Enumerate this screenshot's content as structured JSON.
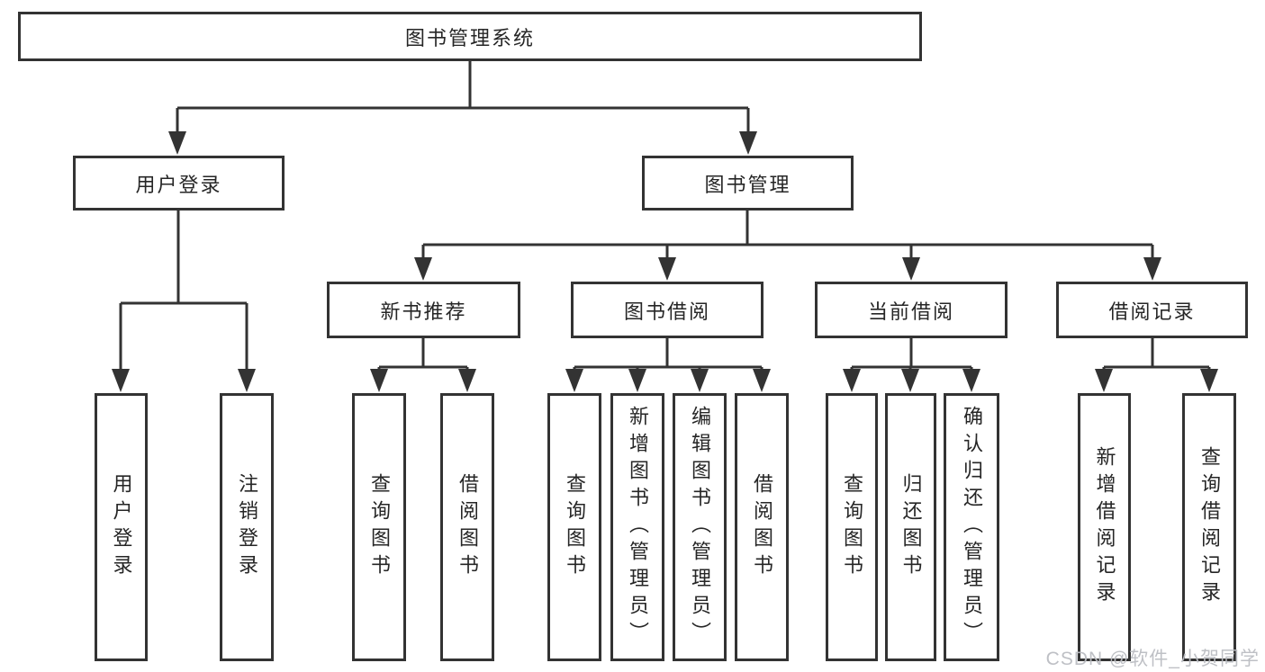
{
  "diagram": {
    "type": "hierarchy-tree",
    "tree": {
      "label": "图书管理系统",
      "children": [
        {
          "label": "用户登录",
          "children": [
            {
              "label": "用户登录"
            },
            {
              "label": "注销登录"
            }
          ]
        },
        {
          "label": "图书管理",
          "children": [
            {
              "label": "新书推荐",
              "children": [
                {
                  "label": "查询图书"
                },
                {
                  "label": "借阅图书"
                }
              ]
            },
            {
              "label": "图书借阅",
              "children": [
                {
                  "label": "查询图书"
                },
                {
                  "label": "新增图书（管理员）"
                },
                {
                  "label": "编辑图书（管理员）"
                },
                {
                  "label": "借阅图书"
                }
              ]
            },
            {
              "label": "当前借阅",
              "children": [
                {
                  "label": "查询图书"
                },
                {
                  "label": "归还图书"
                },
                {
                  "label": "确认归还（管理员）"
                }
              ]
            },
            {
              "label": "借阅记录",
              "children": [
                {
                  "label": "新增借阅记录"
                },
                {
                  "label": "查询借阅记录"
                }
              ]
            }
          ]
        }
      ]
    },
    "colors": {
      "line": "#333333",
      "box_border": "#333333",
      "box_background": "#ffffff",
      "text": "#262626",
      "watermark_text": "#babdc2"
    }
  },
  "watermark": {
    "text": "CSDN @软件_小贺同学"
  }
}
